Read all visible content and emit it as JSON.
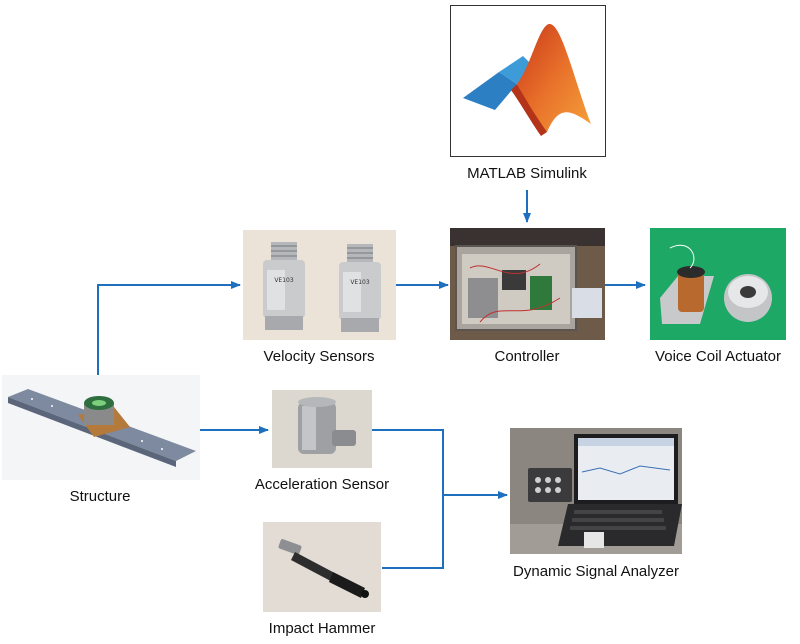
{
  "diagram": {
    "nodes": {
      "matlab": {
        "label": "MATLAB Simulink",
        "icon": "matlab-logo-icon"
      },
      "velocity_sensors": {
        "label": "Velocity Sensors",
        "icon": "velocity-sensor-photo"
      },
      "controller": {
        "label": "Controller",
        "icon": "controller-board-photo"
      },
      "voice_coil": {
        "label": "Voice Coil Actuator",
        "icon": "voice-coil-actuator-photo"
      },
      "structure": {
        "label": "Structure",
        "icon": "structure-model-image"
      },
      "acceleration_sensor": {
        "label": "Acceleration Sensor",
        "icon": "accelerometer-photo"
      },
      "impact_hammer": {
        "label": "Impact Hammer",
        "icon": "impact-hammer-photo"
      },
      "analyzer": {
        "label": "Dynamic Signal Analyzer",
        "icon": "laptop-analyzer-photo"
      }
    },
    "colors": {
      "arrow": "#1f6fbf",
      "matlab_orange": "#e8702a",
      "matlab_blue": "#2d7fc4",
      "actuator_bg": "#1faa6a",
      "structure_plate": "#7e8aa0"
    }
  }
}
